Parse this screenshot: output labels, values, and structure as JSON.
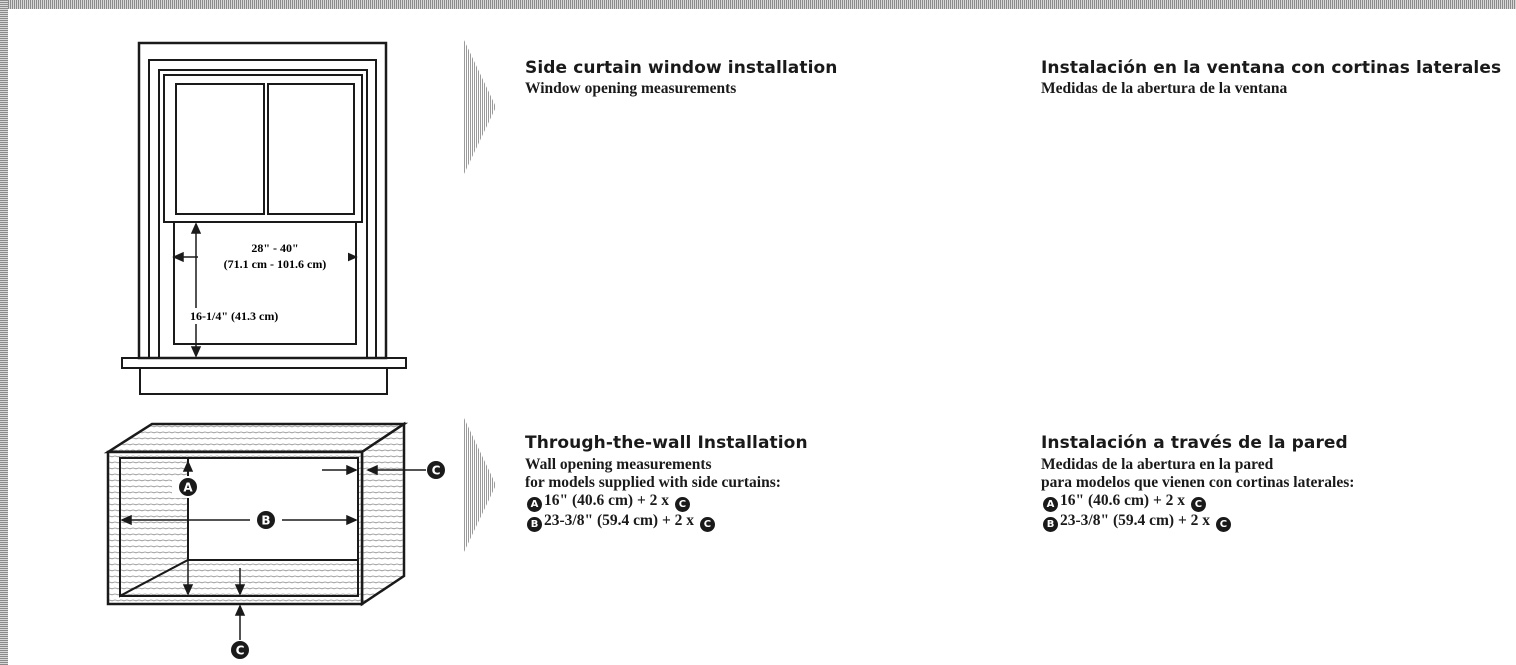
{
  "window_section": {
    "en_title": "Side curtain window installation",
    "en_sub": "Window opening measurements",
    "es_title": "Instalación en la ventana con cortinas laterales",
    "es_sub": "Medidas de la abertura de la ventana",
    "figure": {
      "width_label_1": "28\" - 40\"",
      "width_label_2": "(71.1 cm - 101.6 cm)",
      "height_label": "16-1/4\" (41.3 cm)"
    }
  },
  "wall_section": {
    "en_title": "Through-the-wall Installation",
    "en_lines": [
      "Wall opening measurements",
      "for models supplied with side curtains:"
    ],
    "es_title": "Instalación a través de la pared",
    "es_lines": [
      "Medidas de la abertura en la pared",
      "para modelos que vienen con cortinas laterales:"
    ],
    "formula_a": {
      "marker": "A",
      "text": "16\" (40.6 cm)  + 2 x",
      "ref": "C"
    },
    "formula_b": {
      "marker": "B",
      "text": "23-3/8\" (59.4 cm) + 2 x",
      "ref": "C"
    },
    "figure": {
      "marker_a": "A",
      "marker_b": "B",
      "marker_c_side": "C",
      "marker_c_bottom": "C"
    }
  },
  "colors": {
    "ink": "#1a1a1a",
    "border": "#8a8a8a",
    "wood": "#bdbdbd"
  }
}
